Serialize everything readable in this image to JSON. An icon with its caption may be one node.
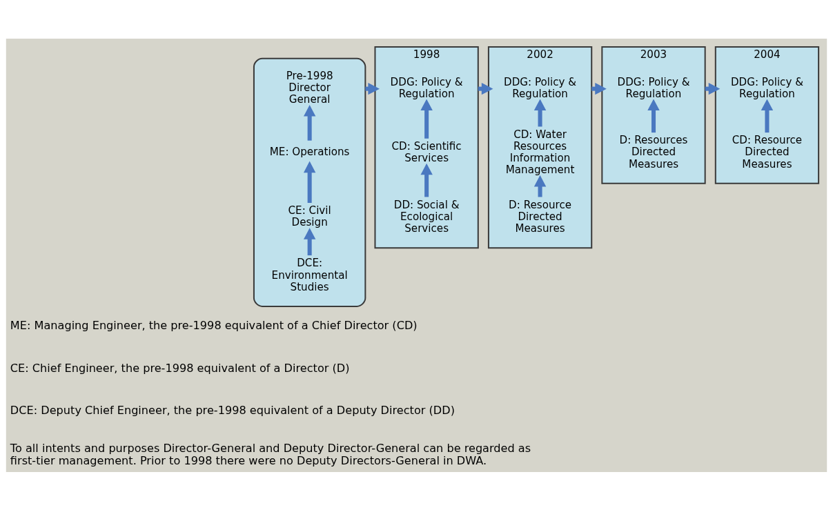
{
  "diagram": {
    "nodes": [
      {
        "text": [],
        "shape": "box"
      },
      {
        "text": [
          "Pre-1998 Director General"
        ],
        "in": 0
      },
      {
        "text": [
          "ME: Operations"
        ],
        "in": 0
      },
      {
        "text": [
          "CE: Civil Design"
        ],
        "in": 0
      },
      {
        "text": [
          "DCE: Environmental Studies"
        ],
        "in": 0
      },
      {
        "text": [
          "1998"
        ]
      },
      {
        "text": [
          "DDG: Policy & Regulation"
        ],
        "in": 5
      },
      {
        "text": [
          "CD: Scientific Services"
        ],
        "in": 5
      },
      {
        "text": [
          "DD: Social & Ecological Services"
        ],
        "in": 5
      },
      {
        "text": [
          "2002"
        ]
      },
      {
        "text": [
          "DDG: Policy & Regulation"
        ],
        "in": 9
      },
      {
        "text": [
          "CD: Water Resources Information Management"
        ],
        "in": 9
      },
      {
        "text": [
          "D: Resource Directed Measures"
        ],
        "in": 9
      },
      {
        "text": [
          "2003"
        ]
      },
      {
        "text": [
          "DDG: Policy & Regulation"
        ],
        "in": 13
      },
      {
        "text": [
          "D: Resources Directed Measures"
        ],
        "in": 13
      },
      {
        "text": [
          "2004"
        ]
      },
      {
        "text": [
          "DDG: Policy & Regulation"
        ],
        "in": 16
      },
      {
        "text": [
          "CD: Resource Directed Measures"
        ],
        "in": 16
      }
    ],
    "edges": [
      {
        "from": 4,
        "to": 3,
        "arrow": "to"
      },
      {
        "from": 3,
        "to": 2,
        "arrow": "to"
      },
      {
        "from": 2,
        "to": 1,
        "arrow": "to"
      },
      {
        "from": 8,
        "to": 7,
        "arrow": "to"
      },
      {
        "from": 7,
        "to": 6,
        "arrow": "to"
      },
      {
        "from": 12,
        "to": 11,
        "arrow": "to"
      },
      {
        "from": 11,
        "to": 10,
        "arrow": "to"
      },
      {
        "from": 15,
        "to": 14,
        "arrow": "to"
      },
      {
        "from": 18,
        "to": 17,
        "arrow": "to"
      },
      {
        "from": 0,
        "to": 5,
        "arrow": "to"
      },
      {
        "from": 5,
        "to": 9,
        "arrow": "to"
      },
      {
        "from": 9,
        "to": 13,
        "arrow": "to"
      },
      {
        "from": 13,
        "to": 16,
        "arrow": "to"
      }
    ],
    "labels": [
      "ME: Managing Engineer, the pre-1998 equivalent of a Chief Director (CD)",
      "CE: Chief Engineer, the pre-1998 equivalent of a Director (D)",
      "DCE: Deputy Chief Engineer, the pre-1998 equivalent of a Deputy Director (DD)",
      "To all intents and purposes Director-General and Deputy Director-General can be regarded as first-tier management. Prior to 1998 there were no Deputy Directors-General in DWA."
    ]
  }
}
